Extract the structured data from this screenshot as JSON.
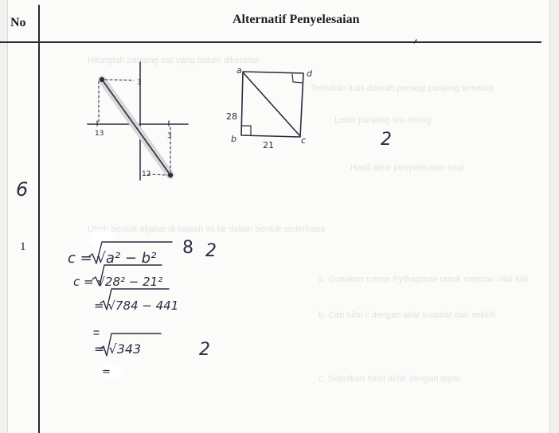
{
  "header": {
    "col_no": "No",
    "col_title": "Alternatif Penyelesaian"
  },
  "rows": [
    {
      "number": "6",
      "graph_labels": {
        "top": "3",
        "left": "13",
        "right": "3",
        "bottom": "12"
      },
      "square_labels": {
        "top_left": "a",
        "top_right": "d",
        "bottom_left": "b",
        "bottom_right": "c",
        "left_side": "28",
        "bottom_side": "21"
      },
      "score": "2"
    },
    {
      "number": "1",
      "work_lines": [
        "c = √a² − b²",
        "c = √28² − 21²",
        "= √784 − 441",
        "= √343",
        "="
      ],
      "margin_mark": "8",
      "score_top": "2",
      "score_bottom": "2"
    }
  ],
  "faint_background_lines": [
    "Hitunglah panjang sisi yang belum diketahui",
    "Tentukan luas daerah persegi panjang tersebut",
    "Lebih panjang sisi miring",
    "Hasil akhir penyelesaian soal",
    "Ubah bentuk aljabar di bawah ini ke dalam bentuk sederhana",
    "a. Gunakan rumus Pythagoras untuk mencari nilai sisi",
    "b. Cari nilai c dengan akar kuadrat dari selisih",
    "c. Sebutkan hasil akhir dengan tepat"
  ]
}
